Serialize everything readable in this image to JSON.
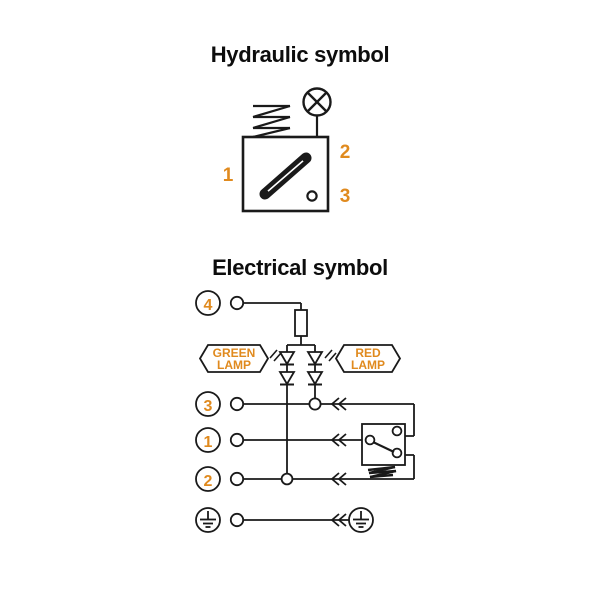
{
  "page": {
    "background_color": "#ffffff",
    "line_color": "#1a1a1a",
    "label_number_color": "#e08a1e",
    "text_color": "#0d0d0d"
  },
  "sections": {
    "hydraulic": {
      "title": "Hydraulic symbol",
      "port_labels": [
        {
          "name": "port-1",
          "text": "1"
        },
        {
          "name": "port-2",
          "text": "2"
        },
        {
          "name": "port-3",
          "text": "3"
        }
      ],
      "components": [
        {
          "name": "spring-symbol",
          "label": "spring"
        },
        {
          "name": "crossed-circle-actuator",
          "label": "pressure actuator"
        },
        {
          "name": "valve-body-box",
          "label": "valve body"
        },
        {
          "name": "lever-link",
          "label": "lever"
        },
        {
          "name": "port-3-opening",
          "label": "port 3 opening"
        }
      ]
    },
    "electrical": {
      "title": "Electrical symbol",
      "terminals": [
        {
          "name": "terminal-4",
          "text": "4"
        },
        {
          "name": "terminal-3",
          "text": "3"
        },
        {
          "name": "terminal-1",
          "text": "1"
        },
        {
          "name": "terminal-2",
          "text": "2"
        },
        {
          "name": "terminal-earth",
          "text": ""
        }
      ],
      "callouts": [
        {
          "name": "green-lamp-callout",
          "line1": "GREEN",
          "line2": "LAMP"
        },
        {
          "name": "red-lamp-callout",
          "line1": "RED",
          "line2": "LAMP"
        }
      ],
      "components": [
        {
          "name": "resistor",
          "label": "resistor"
        },
        {
          "name": "led-green-branch",
          "label": "green LED branch"
        },
        {
          "name": "led-red-branch",
          "label": "red LED branch"
        },
        {
          "name": "changeover-switch",
          "label": "changeover switch"
        },
        {
          "name": "switch-spring",
          "label": "switch return spring"
        },
        {
          "name": "earth-symbol-left",
          "label": "protective earth"
        },
        {
          "name": "earth-symbol-right",
          "label": "protective earth"
        }
      ]
    }
  }
}
